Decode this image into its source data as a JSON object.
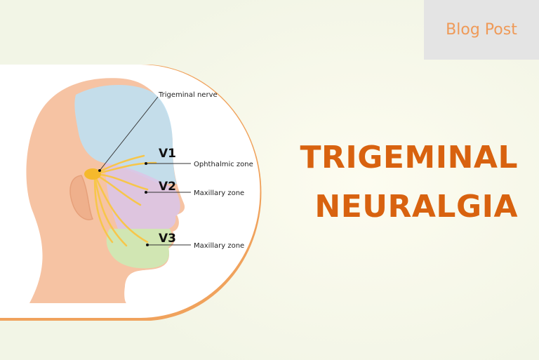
{
  "badge": {
    "label": "Blog Post"
  },
  "title": {
    "line1": "TRIGEMINAL",
    "line2": "NEURALGIA"
  },
  "illustration": {
    "nerve_label": "Trigeminal nerve",
    "zones": [
      {
        "code": "V1",
        "label": "Ophthalmic zone"
      },
      {
        "code": "V2",
        "label": "Maxillary zone"
      },
      {
        "code": "V3",
        "label": "Maxillary zone"
      }
    ]
  },
  "colors": {
    "accent": "#d8620f",
    "badge_text": "#ef9a58",
    "badge_bg": "#e4e4e4",
    "ring": "#f0a25c",
    "skin": "#f6c3a3",
    "zone_v1": "#bfe0f2",
    "zone_v2": "#dcc5e6",
    "zone_v3": "#cfe8b4",
    "nerve": "#f7c64a"
  }
}
